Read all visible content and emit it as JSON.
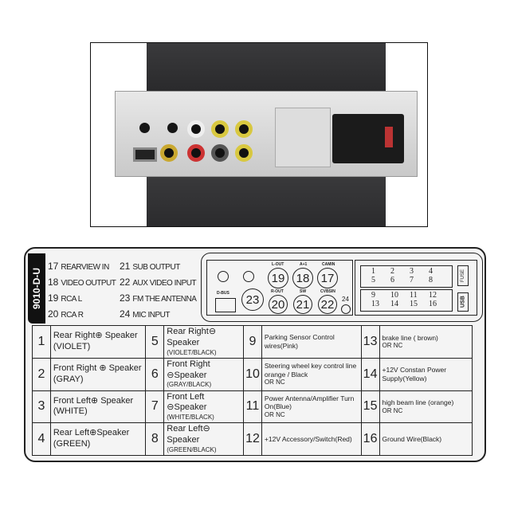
{
  "model": "9010-D-U",
  "legend": [
    {
      "num": "17",
      "label": "REARVIEW IN"
    },
    {
      "num": "18",
      "label": "VIDEO OUTPUT"
    },
    {
      "num": "19",
      "label": "RCA L"
    },
    {
      "num": "20",
      "label": "RCA R"
    },
    {
      "num": "21",
      "label": "SUB OUTPUT"
    },
    {
      "num": "22",
      "label": "AUX VIDEO INPUT"
    },
    {
      "num": "23",
      "label": "FM THE ANTENNA"
    },
    {
      "num": "24",
      "label": "MIC  INPUT"
    }
  ],
  "connector": {
    "dbus": "D-BUS",
    "l_out": "L-OUT",
    "av1": "A+1",
    "camin": "CAMIN",
    "r_out": "R-OUT",
    "sw": "SW",
    "cvbsin": "CVBSIN",
    "ports": [
      "19",
      "18",
      "17",
      "20",
      "21",
      "22",
      "23",
      "24"
    ],
    "fuse": "FUSE",
    "usb": "USB",
    "pins_top": [
      "1",
      "2",
      "3",
      "4",
      "5",
      "6",
      "7",
      "8"
    ],
    "pins_bottom": [
      "9",
      "10",
      "11",
      "12",
      "13",
      "14",
      "15",
      "16"
    ]
  },
  "wires": [
    {
      "num": "1",
      "name": "Rear Right⊕ Speaker",
      "color": "(VIOLET)"
    },
    {
      "num": "5",
      "name": "Rear Right⊖ Speaker",
      "color": "(VIOLET/BLACK)"
    },
    {
      "num": "9",
      "name": "Parking Sensor Control wires(Pink)",
      "color": ""
    },
    {
      "num": "13",
      "name": "brake line ( brown)",
      "color": "OR NC"
    },
    {
      "num": "2",
      "name": "Front Right ⊕ Speaker",
      "color": "(GRAY)"
    },
    {
      "num": "6",
      "name": "Front Right ⊖Speaker",
      "color": "(GRAY/BLACK)"
    },
    {
      "num": "10",
      "name": "Steering wheel key control line orange / Black",
      "color": "OR NC"
    },
    {
      "num": "14",
      "name": "+12V Constan Power Supply(Yellow)",
      "color": ""
    },
    {
      "num": "3",
      "name": "Front Left⊕ Speaker",
      "color": "(WHITE)"
    },
    {
      "num": "7",
      "name": "Front Left ⊖Speaker",
      "color": "(WHITE/BLACK)"
    },
    {
      "num": "11",
      "name": "Power Antenna/Amplifier Turn On(Blue)",
      "color": "OR NC"
    },
    {
      "num": "15",
      "name": "high beam line (orange)",
      "color": "OR NC"
    },
    {
      "num": "4",
      "name": "Rear Left⊕Speaker",
      "color": "(GREEN)"
    },
    {
      "num": "8",
      "name": "Rear Left⊖ Speaker",
      "color": "(GREEN/BLACK)"
    },
    {
      "num": "12",
      "name": "+12V Accessory/Switch(Red)",
      "color": ""
    },
    {
      "num": "16",
      "name": "Ground Wire(Black)",
      "color": ""
    }
  ]
}
